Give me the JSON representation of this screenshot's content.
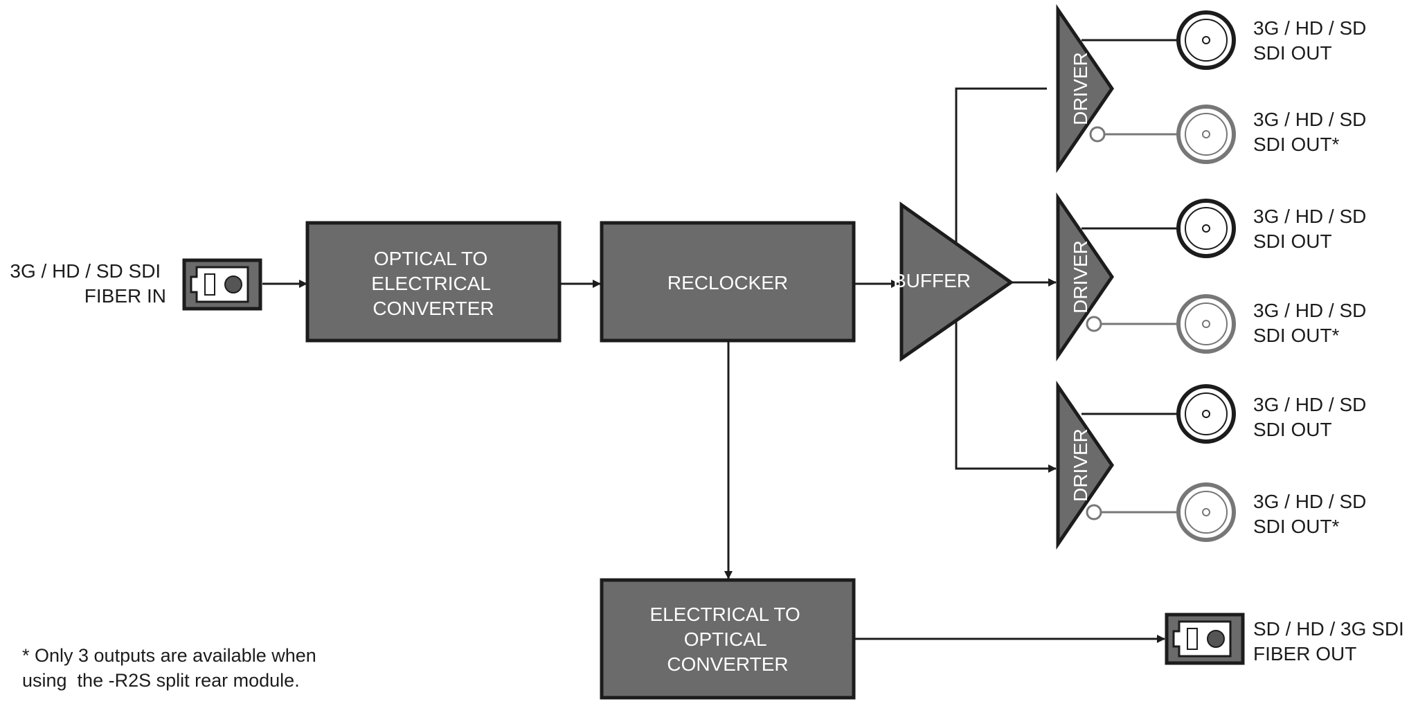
{
  "blocks": {
    "optical_to_electrical": [
      "OPTICAL TO",
      "ELECTRICAL",
      "CONVERTER"
    ],
    "reclocker": "RECLOCKER",
    "buffer": "BUFFER",
    "electrical_to_optical": [
      "ELECTRICAL TO",
      "OPTICAL",
      "CONVERTER"
    ],
    "driver": "DRIVER"
  },
  "input": {
    "label": [
      "3G / HD / SD SDI",
      "FIBER IN"
    ]
  },
  "fiber_output": {
    "label": [
      "SD / HD / 3G SDI",
      "FIBER OUT"
    ]
  },
  "outputs": [
    {
      "line1": "3G / HD / SD",
      "line2": "SDI OUT"
    },
    {
      "line1": "3G / HD / SD",
      "line2": "SDI OUT*"
    },
    {
      "line1": "3G / HD / SD",
      "line2": "SDI OUT"
    },
    {
      "line1": "3G / HD / SD",
      "line2": "SDI OUT*"
    },
    {
      "line1": "3G / HD / SD",
      "line2": "SDI OUT"
    },
    {
      "line1": "3G / HD / SD",
      "line2": "SDI OUT*"
    }
  ],
  "footnote": [
    "* Only 3 outputs are available when",
    "using  the -R2S split rear module."
  ],
  "colors": {
    "block_fill": "#6b6b6b",
    "line": "#1c1c1c",
    "secondary_connector": "#777777"
  }
}
